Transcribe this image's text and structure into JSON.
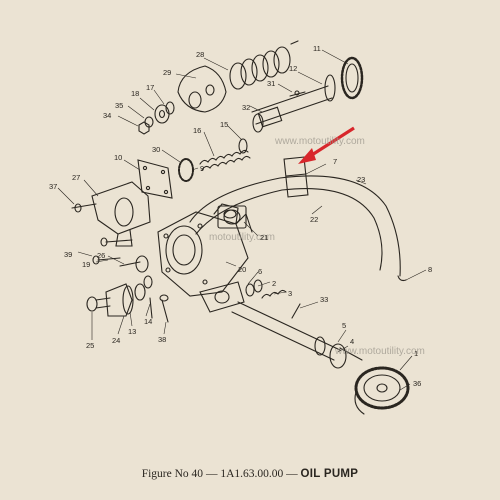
{
  "callouts": [
    "28",
    "11",
    "29",
    "31",
    "12",
    "17",
    "18",
    "32",
    "35",
    "34",
    "15",
    "16",
    "30",
    "9",
    "7",
    "10",
    "37",
    "27",
    "23",
    "22",
    "21",
    "20",
    "39",
    "19",
    "26",
    "6",
    "8",
    "2",
    "3",
    "5",
    "33",
    "4",
    "25",
    "13",
    "14",
    "24",
    "38",
    "1",
    "36"
  ],
  "watermarks": [
    "www.motoutility.com",
    "motoutility.com",
    "www.motoutility.com"
  ],
  "caption": {
    "prefix": "Figure No 40",
    "dash1": "—",
    "code": "1A1.63.00.00",
    "dash2": "—",
    "title": "OIL PUMP"
  },
  "colors": {
    "paper": "#ebe3d3",
    "ink": "#2a2620",
    "arrow": "#d8262b"
  }
}
